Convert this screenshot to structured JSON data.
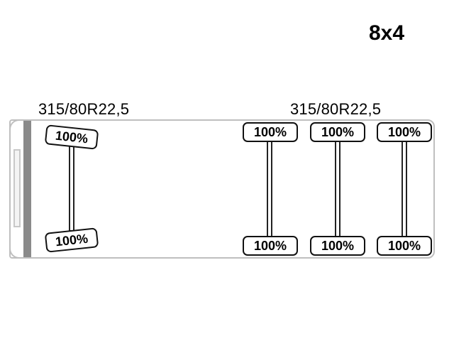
{
  "configuration": "8x4",
  "front_tire_size": "315/80R22,5",
  "rear_tire_size": "315/80R22,5",
  "front_axle": {
    "top_tire": "100%",
    "bottom_tire": "100%"
  },
  "rear_axles": [
    {
      "top_tire": "100%",
      "bottom_tire": "100%"
    },
    {
      "top_tire": "100%",
      "bottom_tire": "100%"
    },
    {
      "top_tire": "100%",
      "bottom_tire": "100%"
    }
  ],
  "colors": {
    "chassis_outline": "#bfbfbf",
    "cab_bar": "#8a8a8a",
    "tire_outline": "#111111"
  }
}
